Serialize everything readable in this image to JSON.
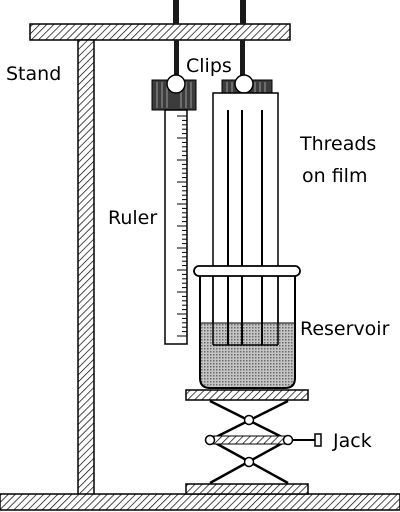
{
  "labels": {
    "stand": "Stand",
    "clips": "Clips",
    "threads_line1": "Threads",
    "threads_line2": "on film",
    "ruler": "Ruler",
    "reservoir": "Reservoir",
    "jack": "Jack"
  },
  "colors": {
    "line": "#000000",
    "hatch": "#000000",
    "liquid": "#b9b9b9",
    "clip_block": "#3c3c3c",
    "background": "#ffffff"
  }
}
